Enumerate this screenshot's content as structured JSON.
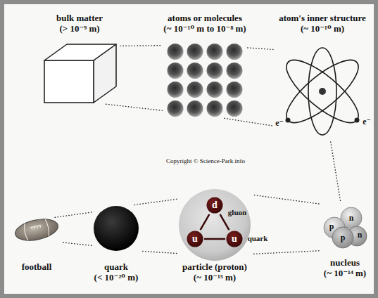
{
  "diagram": {
    "nodes": [
      {
        "text": [
          "bulk matter",
          "(> 10⁻⁹ m)"
        ]
      },
      {
        "text": [
          "atoms or molecules",
          "(~ 10⁻¹⁰ m to 10⁻⁸ m)"
        ]
      },
      {
        "text": [
          "atom's inner structure",
          "(~ 10⁻¹⁰ m)"
        ]
      },
      {
        "text": [
          "football"
        ]
      },
      {
        "text": [
          "quark",
          "(< 10⁻²⁰ m)"
        ]
      },
      {
        "text": [
          "particle (proton)",
          "(~ 10⁻¹⁵ m)"
        ]
      },
      {
        "text": [
          "d"
        ],
        "in": 5
      },
      {
        "text": [
          "u"
        ],
        "in": 5
      },
      {
        "text": [
          "u"
        ],
        "in": 5
      },
      {
        "text": [
          "nucleus",
          "(~ 10⁻¹⁴ m)"
        ]
      }
    ],
    "edges": [
      {
        "from": 0,
        "to": 1,
        "arrow": "none"
      },
      {
        "from": 0,
        "to": 1,
        "arrow": "none"
      },
      {
        "from": 1,
        "to": 2,
        "arrow": "none"
      },
      {
        "from": 1,
        "to": 2,
        "arrow": "none"
      },
      {
        "from": 2,
        "to": 9,
        "arrow": "none"
      },
      {
        "from": 9,
        "to": 5,
        "arrow": "none"
      },
      {
        "from": 9,
        "to": 5,
        "arrow": "none"
      },
      {
        "from": 5,
        "to": 4,
        "arrow": "none"
      },
      {
        "from": 5,
        "to": 4,
        "arrow": "none"
      },
      {
        "from": 4,
        "to": 3,
        "arrow": "none"
      },
      {
        "from": 4,
        "to": 3,
        "arrow": "none"
      },
      {
        "from": 6,
        "to": 7,
        "arrow": "none"
      },
      {
        "from": 7,
        "to": 8,
        "arrow": "none"
      },
      {
        "from": 8,
        "to": 6,
        "arrow": "none"
      }
    ],
    "labels": [
      "e⁻",
      "e⁻",
      "Copyright © Science-Park.info",
      "gluon",
      "quark",
      "n",
      "p",
      "p",
      "n"
    ]
  }
}
